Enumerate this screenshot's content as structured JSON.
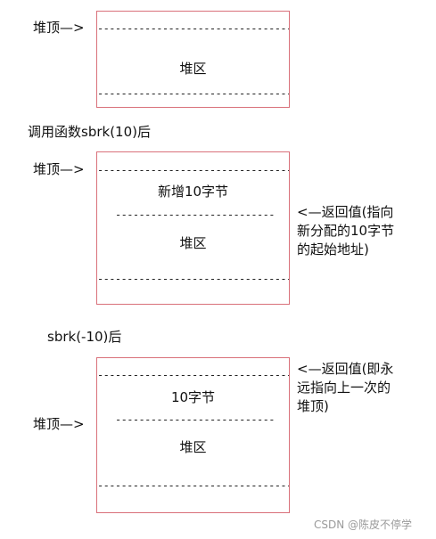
{
  "diagram1": {
    "heap_top_label": "堆顶—>",
    "heap_label": "堆区",
    "dashes": "--------------------------------------------------"
  },
  "call_caption": "调用函数sbrk(10)后",
  "diagram2": {
    "heap_top_label": "堆顶—>",
    "new_block_label": "新增10字节",
    "heap_label": "堆区",
    "dashes": "--------------------------------------------------",
    "inner_dashes": "-------------------------------------------",
    "note_lines": [
      "<—返回值(指向",
      "新分配的10字节",
      "的起始地址)"
    ]
  },
  "caption3": "sbrk(-10)后",
  "diagram3": {
    "heap_top_label": "堆顶—>",
    "block_label": "10字节",
    "heap_label": "堆区",
    "dashes": "--------------------------------------------------",
    "inner_dashes": "-------------------------------------------",
    "note_lines": [
      "<—返回值(即永",
      "远指向上一次的",
      "堆顶)"
    ]
  },
  "watermark": "CSDN @陈皮不停学"
}
